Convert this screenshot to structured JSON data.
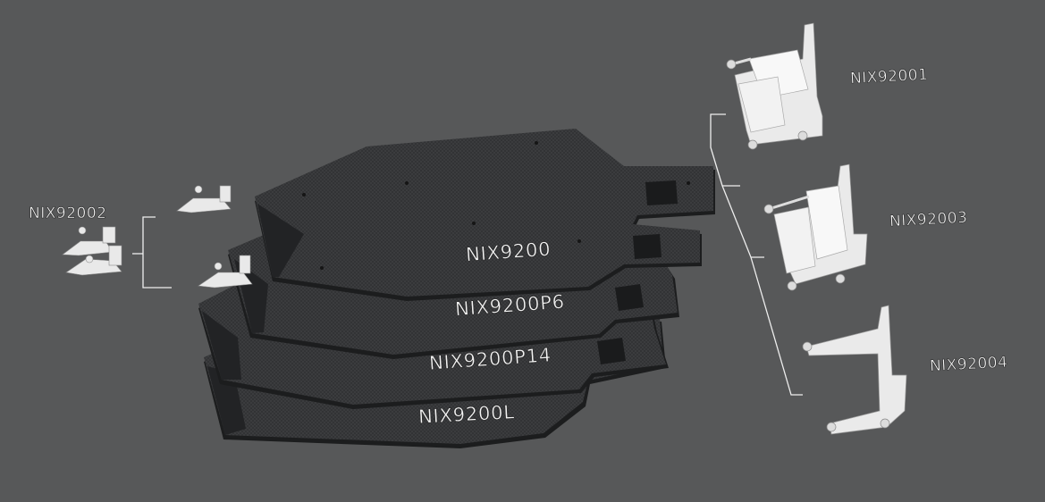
{
  "labels": {
    "left_part": "NIX92002",
    "plate_main": "NIX9200",
    "plate_p6": "NIX9200P6",
    "plate_p14": "NIX9200P14",
    "plate_l": "NIX9200L",
    "right_top": "NIX92001",
    "right_mid": "NIX92003",
    "right_bottom": "NIX92004"
  },
  "colors": {
    "background": "#575859",
    "carbon_plate": "#3a3b3d",
    "plate_edge": "#1e1f20",
    "part_white": "#eeeeee",
    "label_text": "#f4f4f4"
  },
  "icons": {
    "logo_on_parts": "nix-logo"
  }
}
